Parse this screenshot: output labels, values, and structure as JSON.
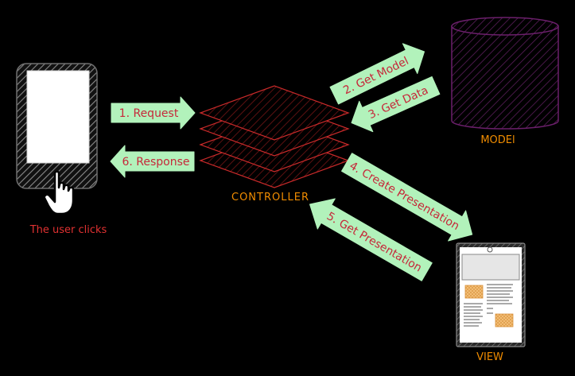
{
  "colors": {
    "background": "#000000",
    "arrow_fill": "#b2f2bb",
    "arrow_text": "#c6283a",
    "user_label": "#e03131",
    "controller": "#c92a2a",
    "controller_label": "#f08c00",
    "model": "#6b1f6b",
    "model_label": "#f08c00",
    "view_label": "#f08c00",
    "phone_body": "#ffffff",
    "view_accent": "#f4c17a"
  },
  "icons": [
    "smartphone-icon",
    "pointer-hand-icon",
    "database-icon",
    "tablet-icon"
  ],
  "user": {
    "label": "The user clicks"
  },
  "controller": {
    "label": "CONTROLLER"
  },
  "model": {
    "label": "MODEl"
  },
  "view": {
    "label": "VIEW"
  },
  "arrows": {
    "request": "1. Request",
    "get_model": "2. Get Model",
    "get_data": "3. Get Data",
    "create_presentation": "4. Create Presentation",
    "get_presentation": "5. Get Presentation",
    "response": "6. Response"
  }
}
